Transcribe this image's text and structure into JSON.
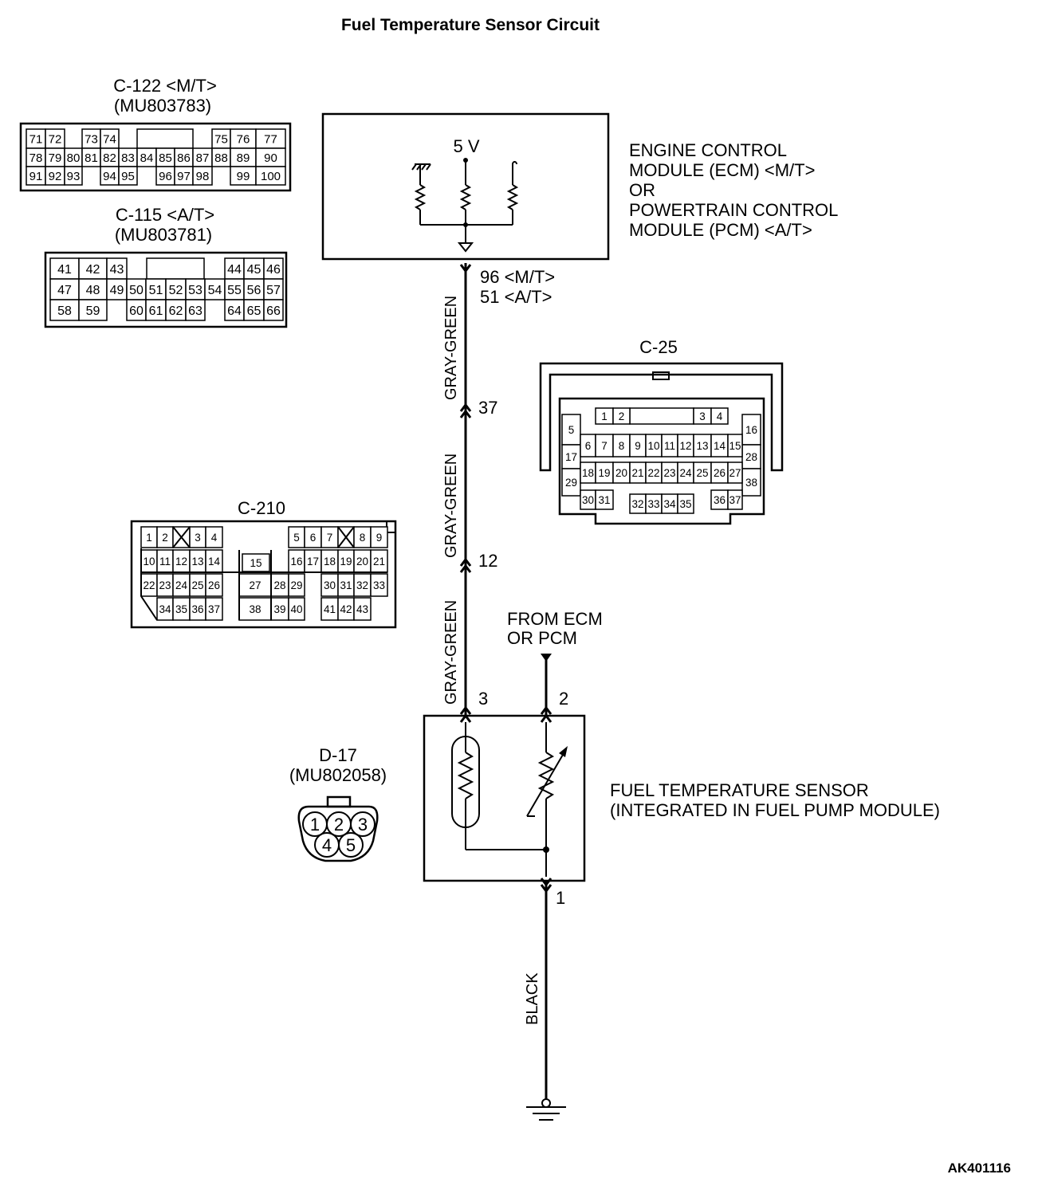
{
  "title": "Fuel Temperature Sensor Circuit",
  "figure_code": "AK401116",
  "ecm": {
    "label_lines": [
      "ENGINE CONTROL",
      "MODULE (ECM) <M/T>",
      "OR",
      "POWERTRAIN CONTROL",
      "MODULE (PCM) <A/T>"
    ],
    "supply": "5 V",
    "pin_mt": "96 <M/T>",
    "pin_at": "51 <A/T>"
  },
  "wires": {
    "w1": "GRAY-GREEN",
    "w2": "GRAY-GREEN",
    "w3": "GRAY-GREEN",
    "ground": "BLACK"
  },
  "pins": {
    "p37": "37",
    "p12": "12",
    "p3": "3",
    "p2": "2",
    "p1": "1"
  },
  "from_ecm": [
    "FROM ECM",
    "OR PCM"
  ],
  "sensor": {
    "label_lines": [
      "FUEL TEMPERATURE SENSOR",
      "(INTEGRATED IN FUEL PUMP MODULE)"
    ]
  },
  "connectors": {
    "c122": {
      "name": "C-122 <M/T>",
      "part": "(MU803783)",
      "rows": [
        [
          "71",
          "72",
          "",
          "73",
          "74",
          "",
          "",
          "",
          "",
          "75",
          "76",
          "77"
        ],
        [
          "78",
          "79",
          "80",
          "81",
          "82",
          "83",
          "84",
          "85",
          "86",
          "87",
          "88",
          "89",
          "90"
        ],
        [
          "91",
          "92",
          "93",
          "",
          "94",
          "95",
          "",
          "96",
          "97",
          "98",
          "",
          "99",
          "100"
        ]
      ]
    },
    "c115": {
      "name": "C-115 <A/T>",
      "part": "(MU803781)",
      "rows": [
        [
          "41",
          "42",
          "43",
          "",
          "",
          "",
          "",
          "",
          "44",
          "45",
          "46"
        ],
        [
          "47",
          "48",
          "49",
          "50",
          "51",
          "52",
          "53",
          "54",
          "55",
          "56",
          "57"
        ],
        [
          "58",
          "59",
          "",
          "60",
          "61",
          "62",
          "63",
          "",
          "64",
          "65",
          "66"
        ]
      ]
    },
    "c25": {
      "name": "C-25",
      "pins": [
        "1",
        "2",
        "3",
        "4",
        "5",
        "6",
        "7",
        "8",
        "9",
        "10",
        "11",
        "12",
        "13",
        "14",
        "15",
        "16",
        "17",
        "18",
        "19",
        "20",
        "21",
        "22",
        "23",
        "24",
        "25",
        "26",
        "27",
        "28",
        "29",
        "30",
        "31",
        "32",
        "33",
        "34",
        "35",
        "36",
        "37",
        "38"
      ]
    },
    "c210": {
      "name": "C-210",
      "pins": [
        "1",
        "2",
        "3",
        "4",
        "5",
        "6",
        "7",
        "8",
        "9",
        "10",
        "11",
        "12",
        "13",
        "14",
        "15",
        "16",
        "17",
        "18",
        "19",
        "20",
        "21",
        "22",
        "23",
        "24",
        "25",
        "26",
        "27",
        "28",
        "29",
        "30",
        "31",
        "32",
        "33",
        "34",
        "35",
        "36",
        "37",
        "38",
        "39",
        "40",
        "41",
        "42",
        "43"
      ]
    },
    "d17": {
      "name": "D-17",
      "part": "(MU802058)",
      "pins": [
        "1",
        "2",
        "3",
        "4",
        "5"
      ]
    }
  }
}
